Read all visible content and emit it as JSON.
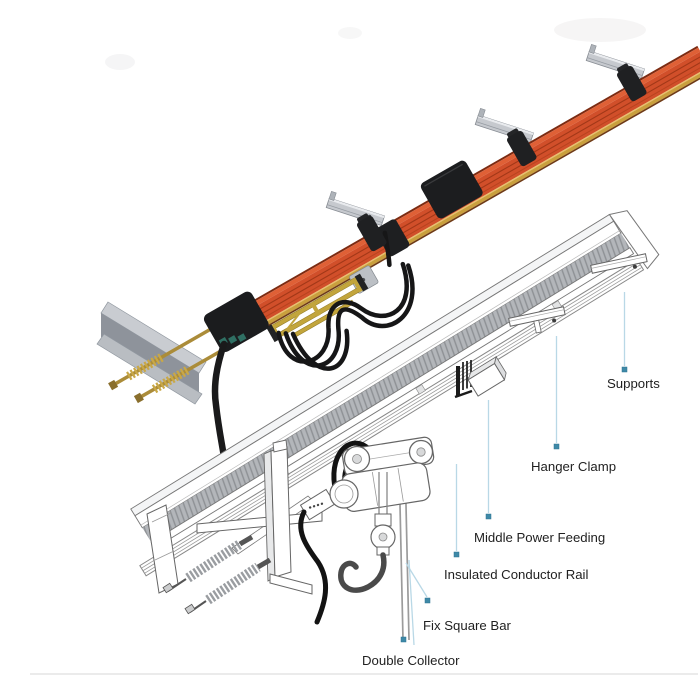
{
  "diagram": {
    "subject": "Insulated conductor rail crane power supply system",
    "views": {
      "top": "rendered conductor rail with supports, clamps, power feed boxes and collector trolley",
      "bottom": "line-art installation drawing of track, hoist trolley and collector with callout labels"
    },
    "labels": {
      "supports": "Supports",
      "hanger_clamp": "Hanger Clamp",
      "middle_power_feeding": "Middle Power Feeding",
      "insulated_conductor_rail": "Insulated Conductor Rail",
      "fix_square_bar": "Fix Square Bar",
      "double_collector": "Double Collector"
    },
    "colors": {
      "rail_orange": "#d14f2a",
      "rail_yellow": "#c99f3d",
      "component_black": "#1c1d1f",
      "bracket_gray": "#c6c9ce",
      "leader_line": "#b9d8e6",
      "leader_dot": "#3e89a7",
      "label_text": "#1f1f1f",
      "background": "#ffffff"
    }
  }
}
